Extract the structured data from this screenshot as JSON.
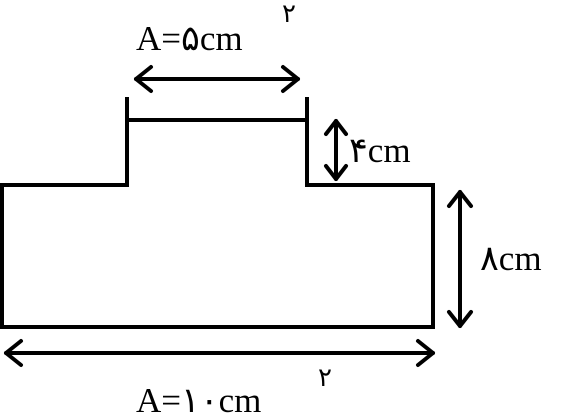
{
  "labels": {
    "top_area": "A=۵cm",
    "top_area_exp": "۲",
    "height_small": "۴cm",
    "height_large": "۸cm",
    "bottom_area": "A=۱۰cm",
    "bottom_area_exp": "۲"
  }
}
